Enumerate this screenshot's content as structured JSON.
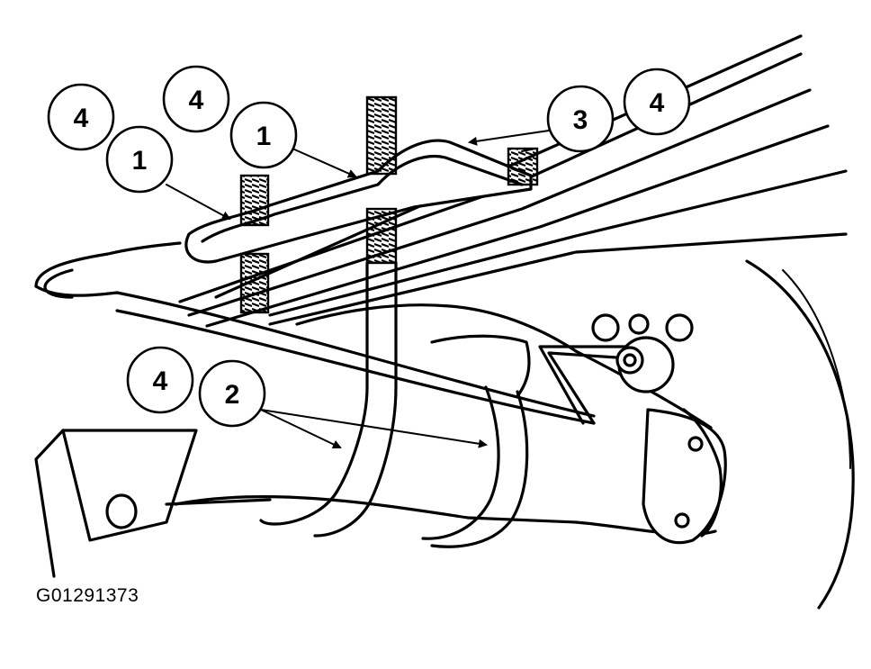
{
  "figure_id": "G01291373",
  "callouts": [
    {
      "id": "c4a",
      "label": "4"
    },
    {
      "id": "c4b",
      "label": "4"
    },
    {
      "id": "c1a",
      "label": "1"
    },
    {
      "id": "c1b",
      "label": "1"
    },
    {
      "id": "c3",
      "label": "3"
    },
    {
      "id": "c4c",
      "label": "4"
    },
    {
      "id": "c4d",
      "label": "4"
    },
    {
      "id": "c2",
      "label": "2"
    }
  ]
}
